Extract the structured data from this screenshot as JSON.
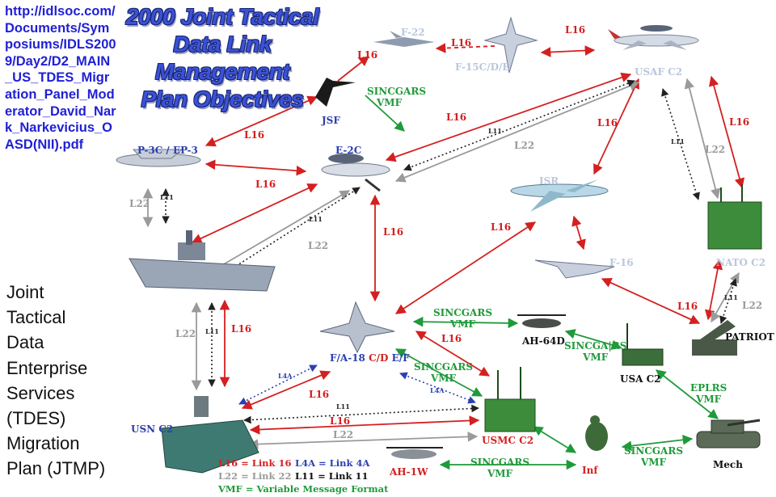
{
  "source_link": "http://idlsoc.com/Documents/Symposiums/IDLS2009/Day2/D2_MAIN_US_TDES_Migration_Panel_Moderator_David_Nark_Narkevicius_OASD(NII).pdf",
  "title_lines": [
    "2000 Joint Tactical",
    "Data Link Management",
    "Plan Objectives"
  ],
  "left_title_lines": [
    "Joint",
    "Tactical",
    "Data",
    "Enterprise",
    "Services",
    "(TDES)",
    "Migration",
    "Plan (JTMP)"
  ],
  "colors": {
    "l16": "#d42020",
    "l22": "#9a9a9a",
    "l11": "#222222",
    "l4a": "#2a3fb0",
    "vmf": "#1f9a3a",
    "node_blue": "#2a3fb0",
    "node_light": "#b9c7dd",
    "node_black": "#111111",
    "node_red": "#d42020"
  },
  "nodes": {
    "f22": "F-22",
    "f15": "F-15C/D/E",
    "usaf_c2": "USAF C2",
    "jsf": "JSF",
    "p3c": "P-3C / EP-3",
    "e2c": "E-2C",
    "isr": "ISR",
    "f16": "F-16",
    "nato_c2": "NATO C2",
    "patriot": "PATRIOT",
    "fa18_a": "F/A-18 ",
    "fa18_b": "C/D",
    "fa18_c": " E/F",
    "ah64": "AH-64D",
    "usa_c2": "USA C2",
    "usn_c2": "USN C2",
    "usmc_c2": "USMC C2",
    "ah1w": "AH-1W",
    "inf": "Inf",
    "mech": "Mech"
  },
  "link_labels": {
    "l16": "L16",
    "l22": "L22",
    "l11": "L11",
    "l4a": "L4A",
    "sincgars": "SINCGARS",
    "vmf": "VMF",
    "sincgars_rs": "SINCGA|RS",
    "eplrs": "EPLRS"
  },
  "legend": {
    "l16": "L16 = Link 16",
    "l4a": "L4A = Link 4A",
    "l22": "L22 = Link 22",
    "l11": "L11 = Link 11",
    "vmf": "VMF  = Variable Message Format"
  }
}
